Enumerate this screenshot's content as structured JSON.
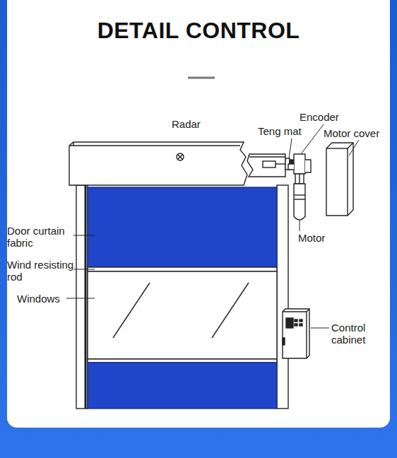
{
  "diagram": {
    "title": "DETAIL CONTROL",
    "labels": [
      "Radar",
      "Encoder",
      "Teng mat",
      "Motor cover",
      "Motor",
      "Door curtain fabric",
      "Wind resisting rod",
      "Windows",
      "Control cabinet"
    ]
  }
}
